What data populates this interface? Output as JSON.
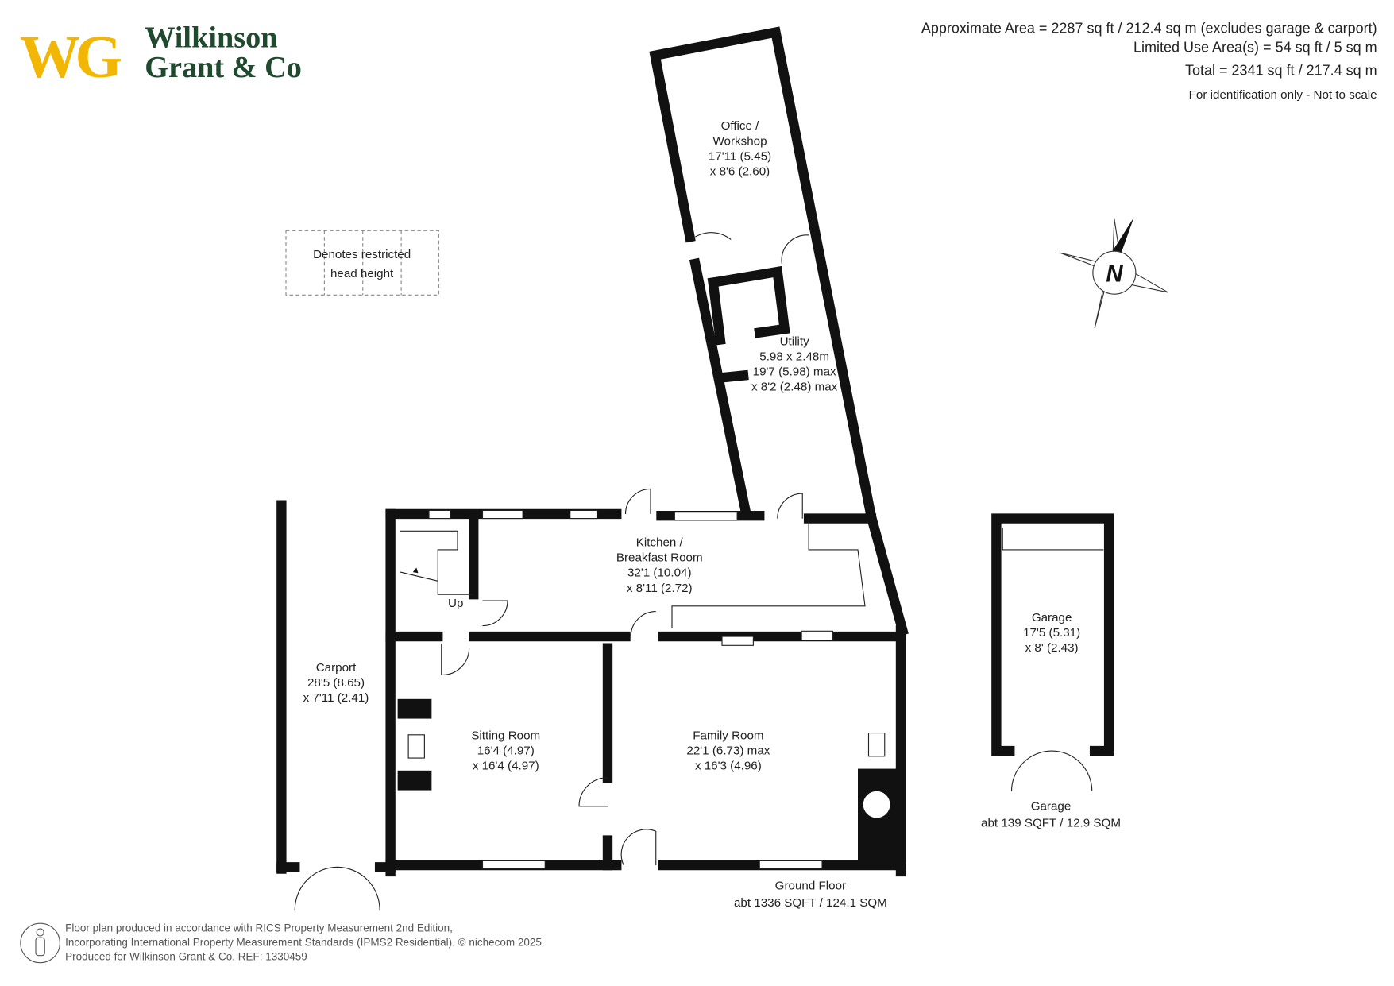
{
  "brand": {
    "monogram": "WG",
    "name_line1": "Wilkinson",
    "name_line2": "Grant & Co",
    "colors": {
      "gold": "#f2b705",
      "green": "#1f4a2e"
    }
  },
  "areas": {
    "approximate": "Approximate Area = 2287 sq ft / 212.4 sq m (excludes garage & carport)",
    "limited": "Limited Use Area(s) = 54 sq ft / 5 sq m",
    "total": "Total = 2341 sq ft / 217.4 sq m",
    "note": "For identification only - Not to scale"
  },
  "legend": {
    "line1": "Denotes restricted",
    "line2": "head height"
  },
  "compass": {
    "label": "N"
  },
  "rooms": [
    {
      "name": "Office /",
      "name2": "Workshop",
      "dim1": "17'11 (5.45)",
      "dim2": "x 8'6 (2.60)"
    },
    {
      "name": "Utility",
      "name2": "5.98 x 2.48m",
      "dim1": "19'7 (5.98) max",
      "dim2": "x 8'2 (2.48) max"
    },
    {
      "name": "Kitchen /",
      "name2": "Breakfast Room",
      "dim1": "32'1 (10.04)",
      "dim2": "x 8'11 (2.72)"
    },
    {
      "name": "Carport",
      "dim1": "28'5 (8.65)",
      "dim2": "x 7'11 (2.41)"
    },
    {
      "name": "Sitting Room",
      "dim1": "16'4 (4.97)",
      "dim2": "x 16'4 (4.97)"
    },
    {
      "name": "Family Room",
      "dim1": "22'1 (6.73) max",
      "dim2": "x 16'3 (4.96)"
    },
    {
      "name": "Garage",
      "dim1": "17'5 (5.31)",
      "dim2": "x 8' (2.43)"
    }
  ],
  "stairs_label": "Up",
  "floors": [
    {
      "name": "Ground Floor",
      "area": "abt 1336 SQFT / 124.1 SQM"
    },
    {
      "name": "Garage",
      "area": "abt 139 SQFT / 12.9 SQM"
    }
  ],
  "footer": {
    "line1": "Floor plan produced in accordance with RICS Property Measurement 2nd Edition,",
    "line2": "Incorporating International Property Measurement Standards (IPMS2 Residential).  ©  nichecom  2025.",
    "line3": "Produced for Wilkinson Grant & Co.   REF:  1330459"
  }
}
